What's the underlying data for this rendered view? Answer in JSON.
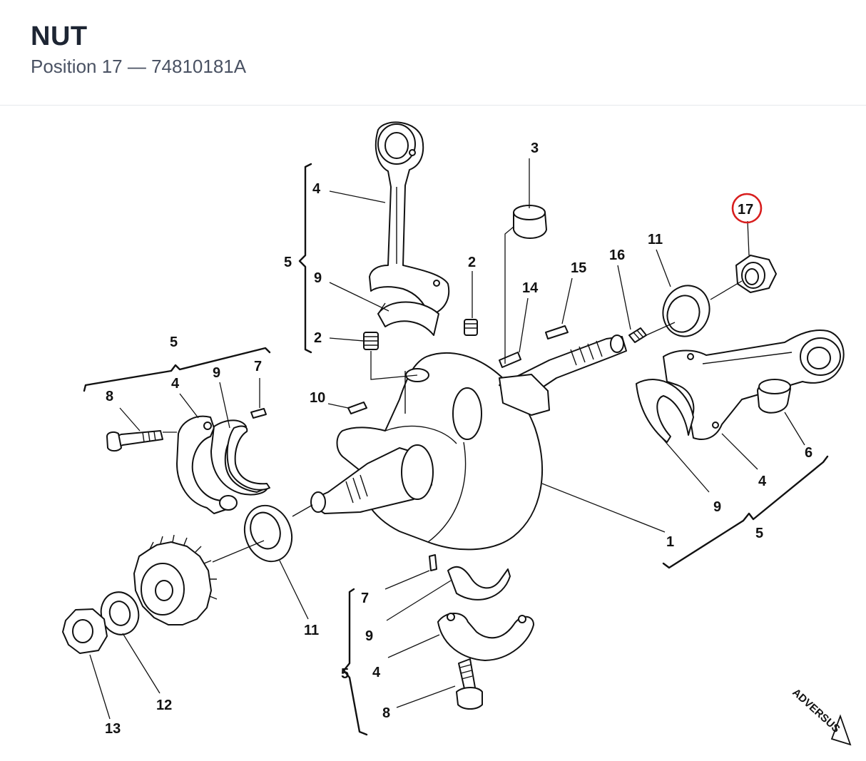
{
  "header": {
    "title": "NUT",
    "subtitle": "Position 17 — 74810181A"
  },
  "highlight": {
    "position": "17",
    "color": "#d81e1e"
  },
  "callouts": {
    "l1": "1",
    "l2a": "2",
    "l2b": "2",
    "l3": "3",
    "l4a": "4",
    "l4b": "4",
    "l4c": "4",
    "l4d": "4",
    "l5a": "5",
    "l5b": "5",
    "l5c": "5",
    "l5d": "5",
    "l6": "6",
    "l7a": "7",
    "l7b": "7",
    "l8a": "8",
    "l8b": "8",
    "l9a": "9",
    "l9b": "9",
    "l9c": "9",
    "l9d": "9",
    "l10": "10",
    "l11a": "11",
    "l11b": "11",
    "l12": "12",
    "l13": "13",
    "l14": "14",
    "l15": "15",
    "l16": "16",
    "l17": "17"
  },
  "watermark": "ADVERSUS"
}
